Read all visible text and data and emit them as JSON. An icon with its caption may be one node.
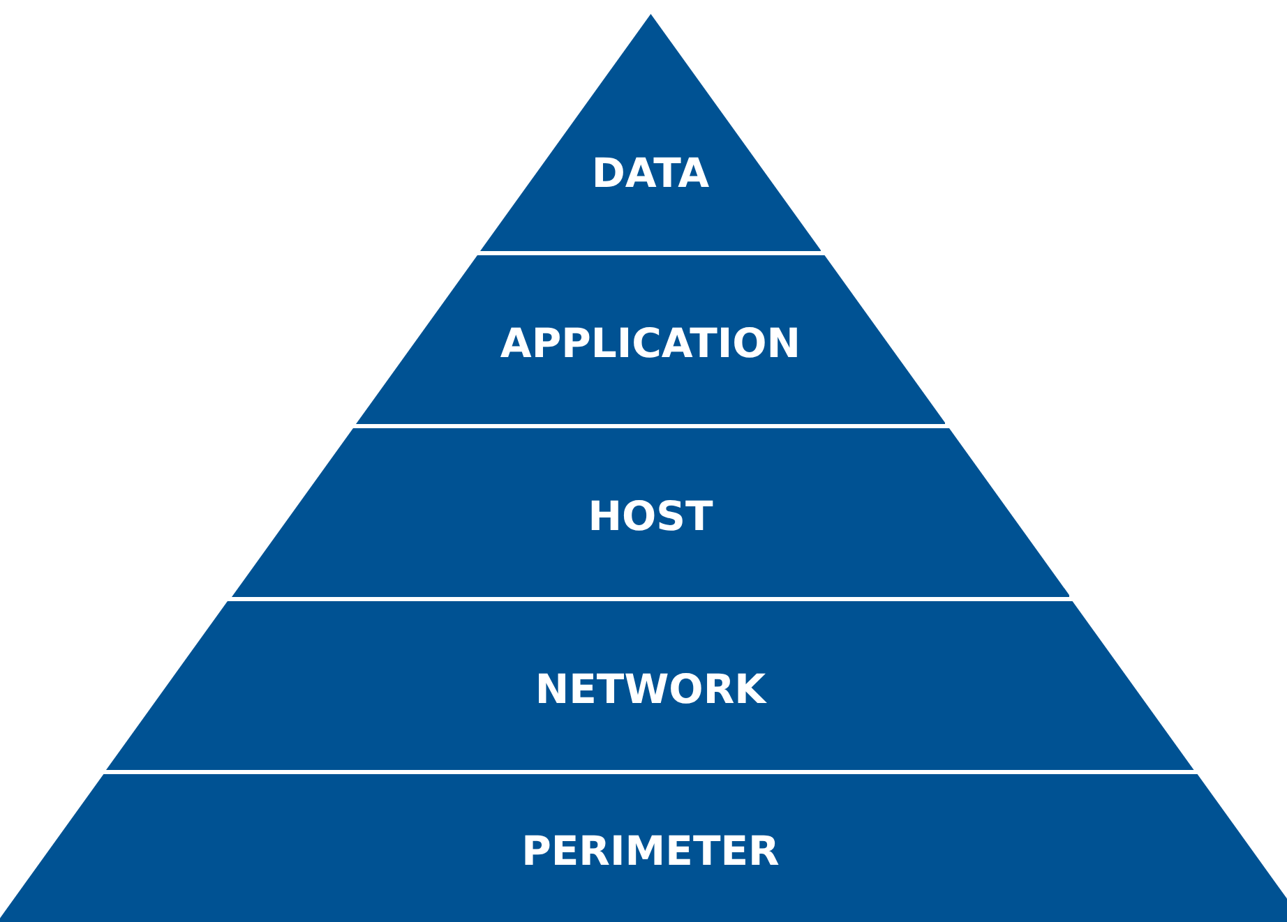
{
  "diagram": {
    "nodes": [
      {
        "text": [
          "DATA"
        ]
      },
      {
        "text": [
          "APPLICATION"
        ]
      },
      {
        "text": [
          "HOST"
        ]
      },
      {
        "text": [
          "NETWORK"
        ]
      },
      {
        "text": [
          "PERIMETER"
        ]
      }
    ]
  }
}
